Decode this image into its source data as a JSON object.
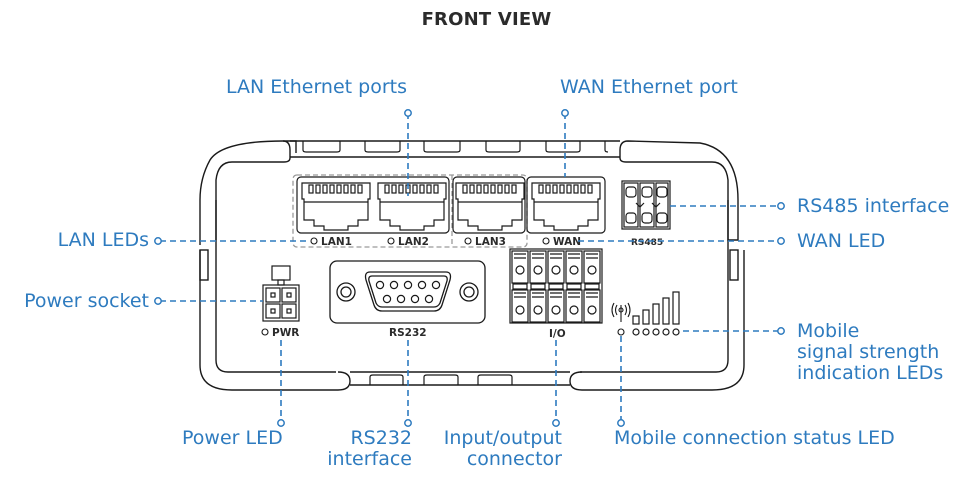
{
  "title": "FRONT VIEW",
  "colors": {
    "callout_text": "#2e7bbf",
    "leader_line": "#2e7bbf",
    "device_outline": "#1a1a1a",
    "group_dashes": "#9a9a9a",
    "title_text": "#2b2b2b"
  },
  "device": {
    "port_labels": {
      "lan1": "LAN1",
      "lan2": "LAN2",
      "lan3": "LAN3",
      "wan": "WAN",
      "rs485": "RS485",
      "pwr": "PWR",
      "rs232": "RS232",
      "io": "I/O"
    },
    "signal_strength_leds": 5
  },
  "callouts": {
    "lan_ports": "LAN Ethernet ports",
    "wan_port": "WAN Ethernet port",
    "lan_leds": "LAN LEDs",
    "power_socket": "Power socket",
    "rs485": "RS485 interface",
    "wan_led": "WAN LED",
    "mobile_signal": [
      "Mobile",
      "signal strength",
      "indication LEDs"
    ],
    "power_led": "Power LED",
    "rs232": [
      "RS232",
      "interface"
    ],
    "io_connector": [
      "Input/output",
      "connector"
    ],
    "mobile_status": "Mobile connection status LED"
  }
}
